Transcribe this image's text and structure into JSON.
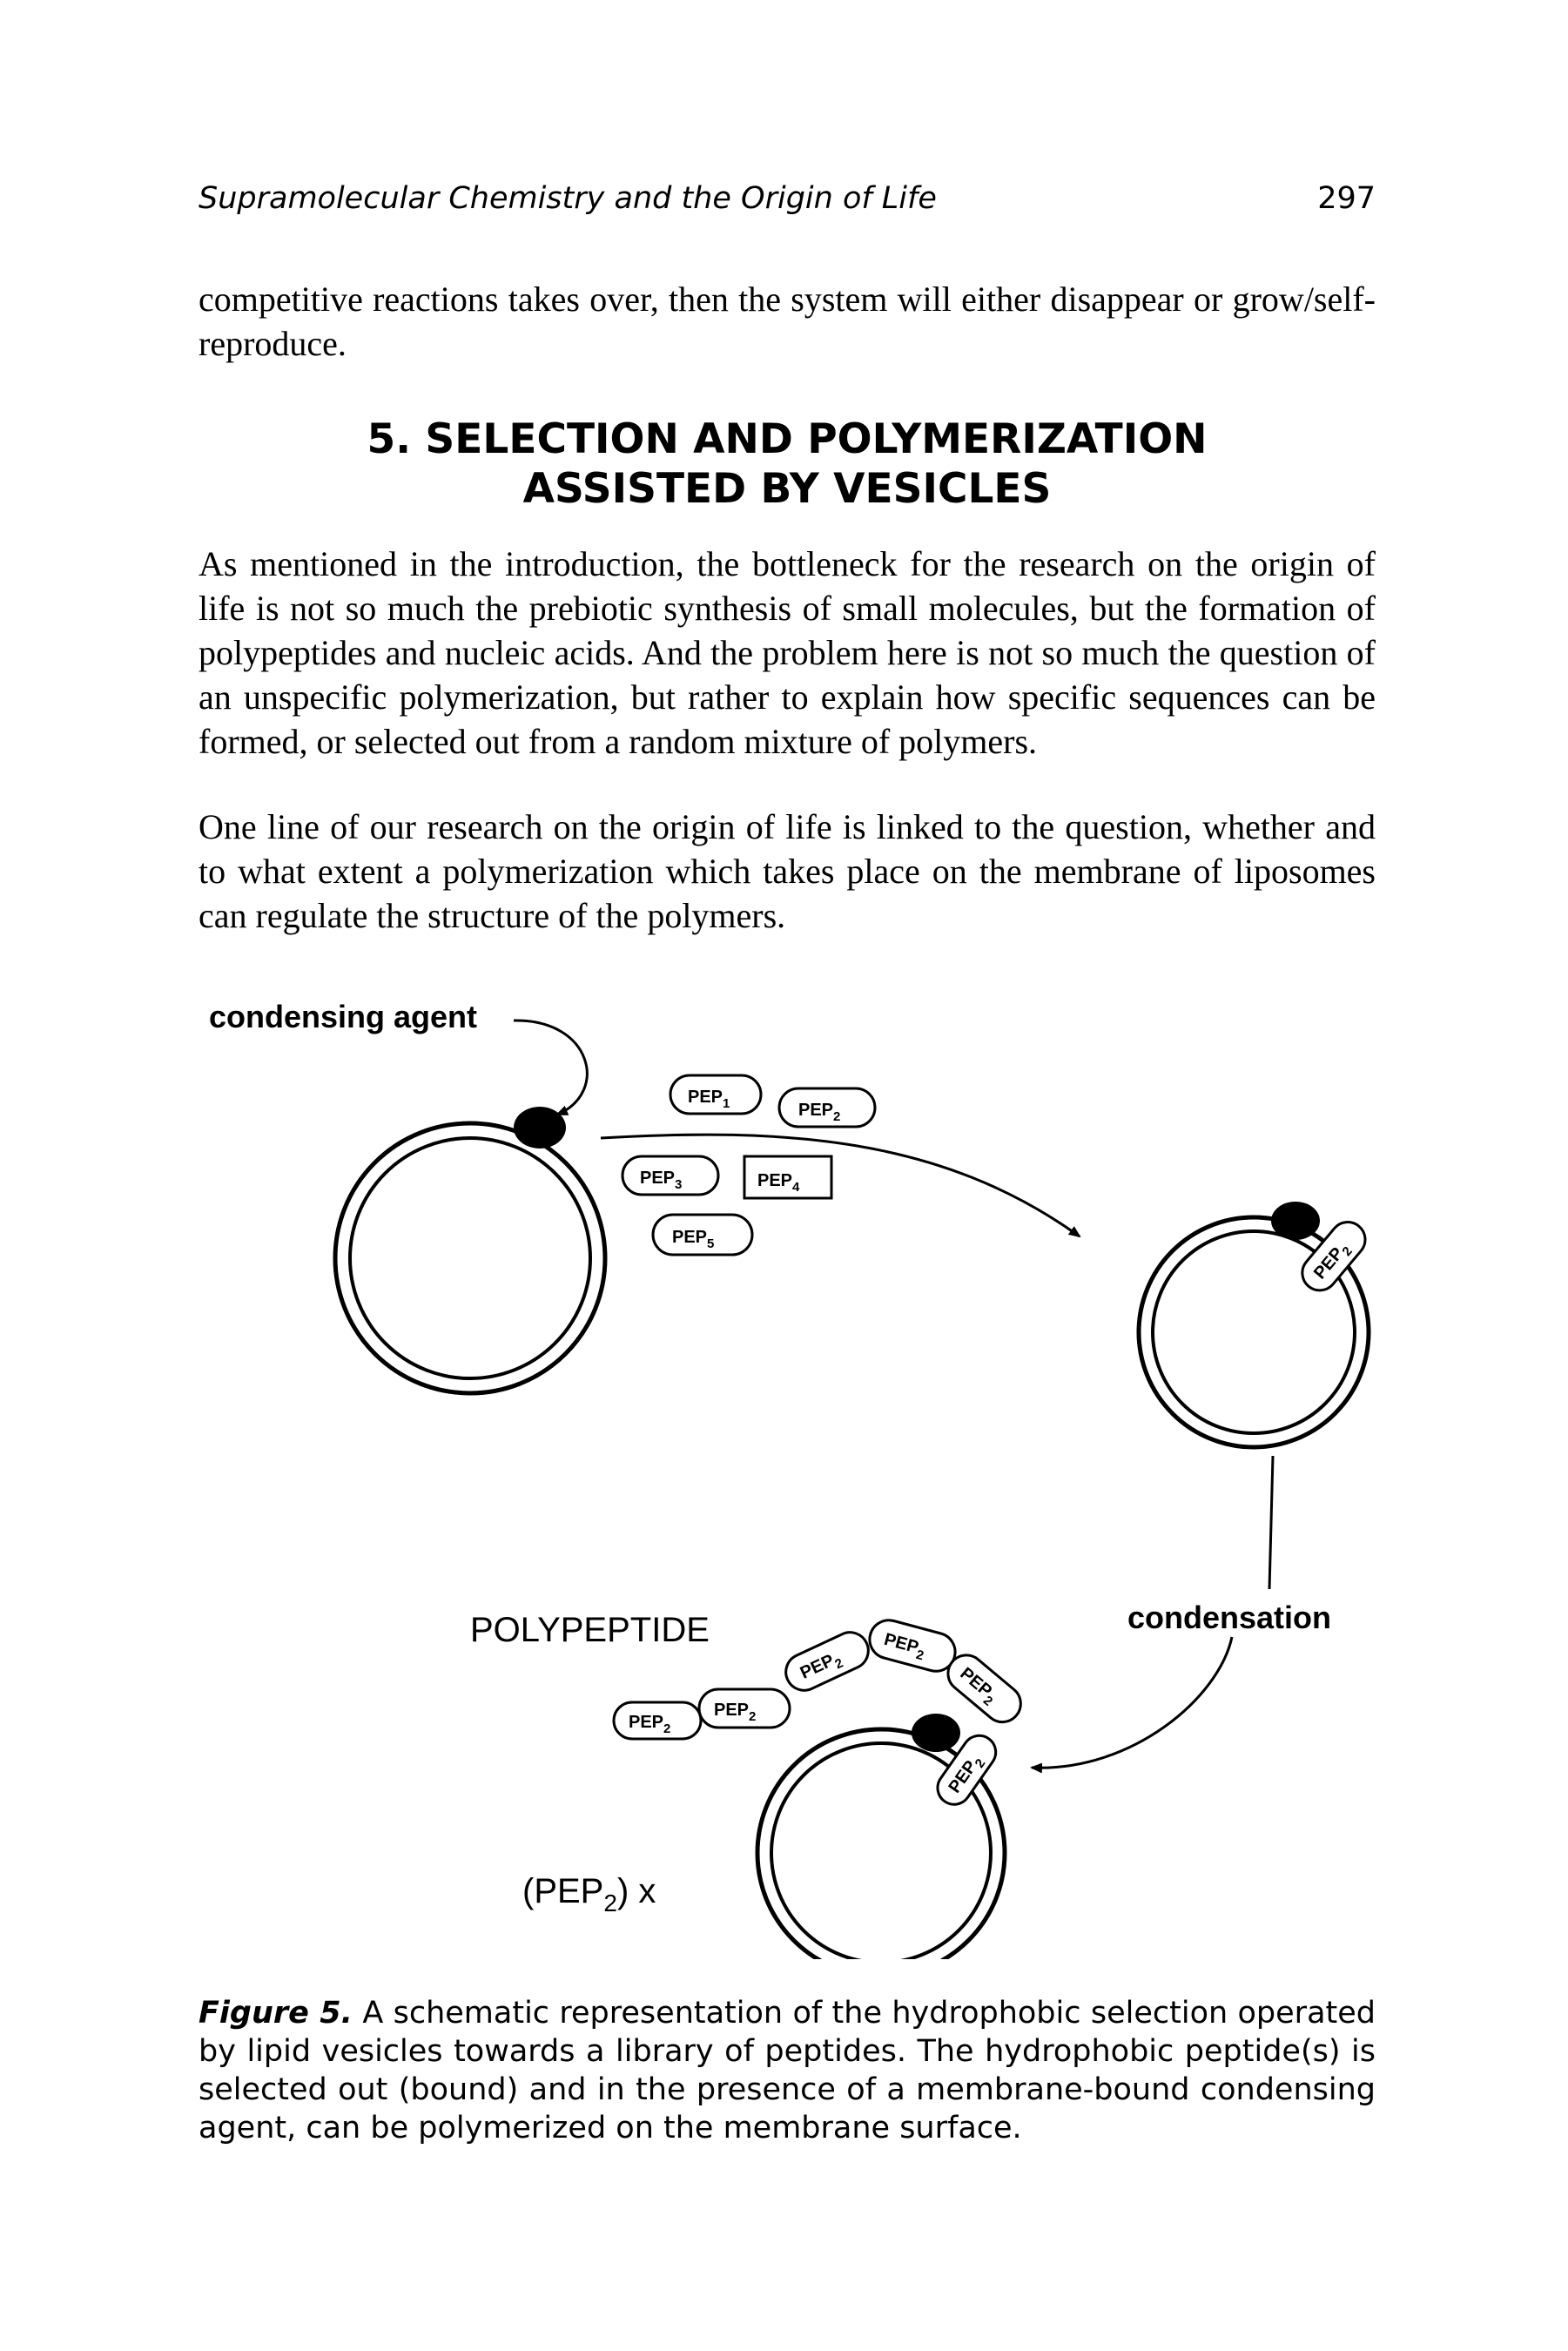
{
  "running_head": {
    "title": "Supramolecular Chemistry and the Origin of Life",
    "page_number": "297"
  },
  "paragraphs": [
    "competitive reactions takes over, then the system will either disappear or grow/self-reproduce.",
    "As mentioned in the introduction, the bottleneck for the research on the origin of life is not so much the prebiotic synthesis of small molecules, but the formation of polypeptides and nucleic acids. And the problem here is not so much the question of an unspecific polymerization, but rather to explain how specific sequences can be formed, or selected out from a random mixture of polymers.",
    "One line of our research on the origin of life is linked to the question, whether and to what extent a polymerization which takes place on the membrane of liposomes can regulate the structure of the polymers."
  ],
  "section": {
    "heading_line1": "5. SELECTION AND POLYMERIZATION",
    "heading_line2": "ASSISTED BY VESICLES"
  },
  "figure": {
    "labels": {
      "condensing_agent": "condensing agent",
      "condensation": "condensation",
      "polypeptide": "POLYPEPTIDE",
      "pep2x_main": "(PEP",
      "pep2x_sub": "2",
      "pep2x_end": ") x"
    },
    "library": [
      {
        "main": "PEP",
        "sub": "1"
      },
      {
        "main": "PEP",
        "sub": "2"
      },
      {
        "main": "PEP",
        "sub": "3"
      },
      {
        "main": "PEP",
        "sub": "4"
      },
      {
        "main": "PEP",
        "sub": "5"
      }
    ],
    "bound_peptide": {
      "main": "PEP",
      "sub": "2"
    },
    "chain": [
      {
        "main": "PEP",
        "sub": "2"
      },
      {
        "main": "PEP",
        "sub": "2"
      },
      {
        "main": "PEP",
        "sub": "2"
      },
      {
        "main": "PEP",
        "sub": "2"
      },
      {
        "main": "PEP",
        "sub": "2"
      }
    ]
  },
  "caption": {
    "label": "Figure 5.",
    "text": " A schematic representation of the hydrophobic selection operated by lipid vesicles towards a library of peptides. The hydrophobic peptide(s) is selected out (bound) and in the presence of a membrane-bound condensing agent, can be polymerized on the membrane surface."
  }
}
